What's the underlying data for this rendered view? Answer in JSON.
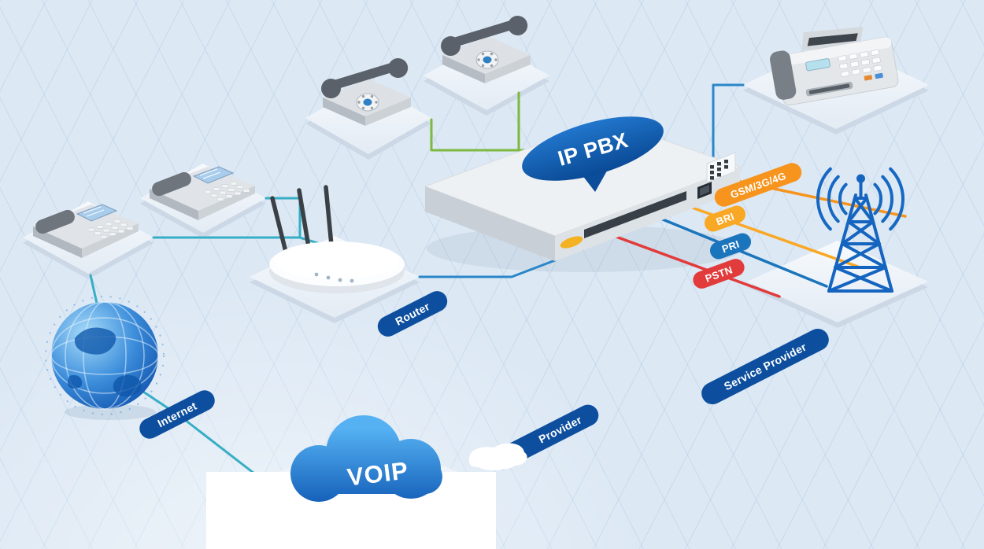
{
  "diagram": {
    "background": "#DCE8F4",
    "pill_color": "#0D4F9E",
    "badge": {
      "ip_pbx": "IP PBX"
    },
    "labels": {
      "router": "Router",
      "internet": "Internet",
      "service_provider": "Service Provider",
      "provider": "Provider",
      "voip": "VOIP"
    },
    "trunks": {
      "gsm": {
        "label": "GSM/3G/4G",
        "color": "#F7941E"
      },
      "bri": {
        "label": "BRI",
        "color": "#F9A825"
      },
      "pri": {
        "label": "PRI",
        "color": "#1B75BC"
      },
      "pstn": {
        "label": "PSTN",
        "color": "#E23B3B"
      }
    },
    "line_colors": {
      "analog": "#7CB93E",
      "lan": "#36AEC5",
      "wan": "#2A86C8"
    },
    "icons": {
      "analog_phone": "analog-phone-icon",
      "ip_phone": "ip-phone-icon",
      "fax": "fax-machine-icon",
      "router": "router-icon",
      "cell_tower": "cell-tower-icon",
      "globe": "internet-globe-icon",
      "cloud": "voip-cloud-icon",
      "pbx": "ip-pbx-device-icon"
    }
  }
}
